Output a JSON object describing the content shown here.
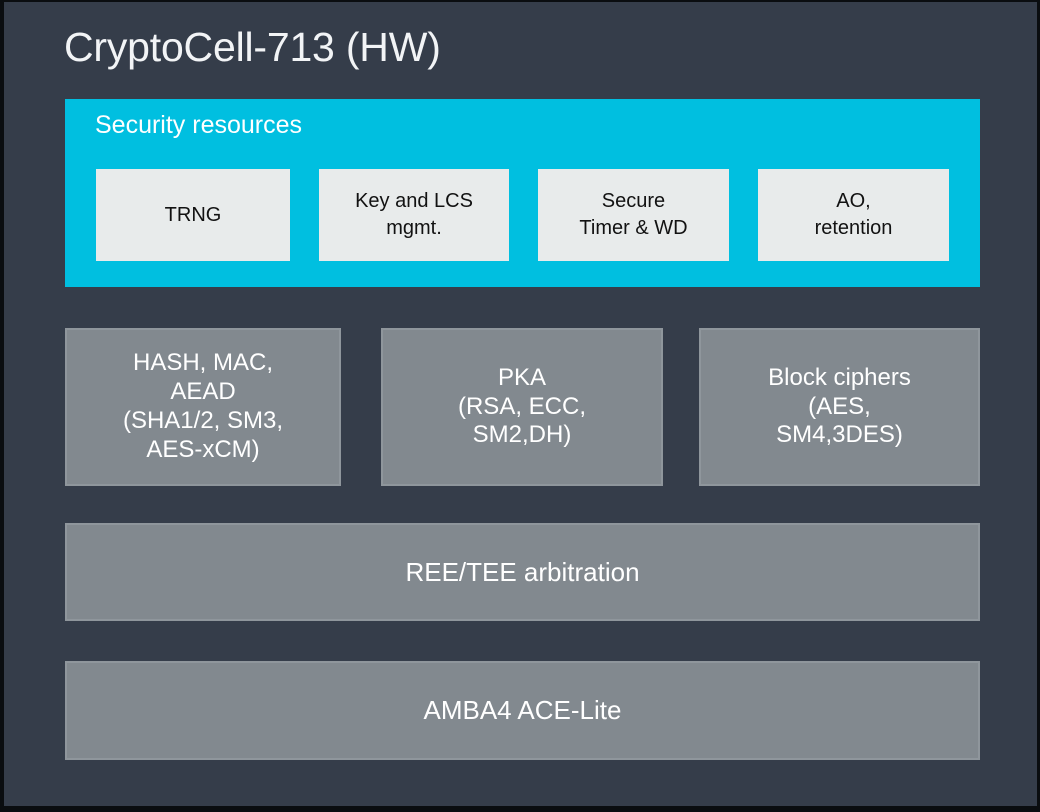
{
  "slide": {
    "title": "CryptoCell-713 (HW)",
    "background_color": "#353d4a",
    "border_color": "#0a0d10"
  },
  "security_resources": {
    "label": "Security resources",
    "panel_color": "#00bfe0",
    "label_color": "#ffffff",
    "box_color": "#e8ebeb",
    "box_text_color": "#121212",
    "boxes": [
      {
        "name": "trng",
        "lines": [
          "TRNG"
        ]
      },
      {
        "name": "key-lcs-mgmt",
        "lines": [
          "Key and LCS",
          "mgmt."
        ]
      },
      {
        "name": "secure-timer-wd",
        "lines": [
          "Secure",
          "Timer & WD"
        ]
      },
      {
        "name": "ao-retention",
        "lines": [
          "AO,",
          "retention"
        ]
      }
    ]
  },
  "engines": {
    "box_color": "#82898f",
    "box_border_color": "#8f969c",
    "box_text_color": "#ffffff",
    "boxes": [
      {
        "name": "hash-mac-aead",
        "lines": [
          "HASH, MAC,",
          "AEAD",
          "(SHA1/2, SM3,",
          "AES-xCM)"
        ]
      },
      {
        "name": "pka",
        "lines": [
          "PKA",
          "(RSA, ECC,",
          "SM2,DH)"
        ]
      },
      {
        "name": "block-ciphers",
        "lines": [
          "Block ciphers",
          "(AES,",
          "SM4,3DES)"
        ]
      }
    ]
  },
  "bars": [
    {
      "name": "ree-tee-arbitration",
      "label": "REE/TEE arbitration"
    },
    {
      "name": "amba4-ace-lite",
      "label": "AMBA4 ACE-Lite"
    }
  ]
}
